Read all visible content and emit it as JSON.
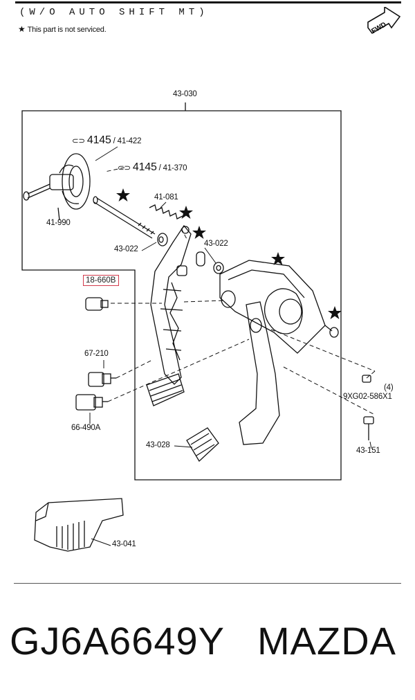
{
  "header": {
    "title": "(W/O AUTO SHIFT MT)"
  },
  "note": {
    "star": "★",
    "text": "This part is not serviced."
  },
  "fwd_label": "FWD",
  "callouts": {
    "assembly": "43-030",
    "bolt_a_code": "4145",
    "bolt_a_ref": "/ 41-422",
    "bolt_b_code": "4145",
    "bolt_b_ref": "/ 41-370",
    "master_cylinder": "41-990",
    "spring": "41-081",
    "bushing_left": "43-022",
    "bushing_right": "43-022",
    "switch_highlight": "18-660B",
    "switch_a": "67-210",
    "switch_b": "66-490A",
    "pad": "43-028",
    "nut_qty": "(4)",
    "nut": "9XG02-586X1",
    "bolt": "43-151",
    "pad_cover": "43-041"
  },
  "footer": {
    "part_number": "GJ6A6649Y",
    "brand": "MAZDA"
  }
}
